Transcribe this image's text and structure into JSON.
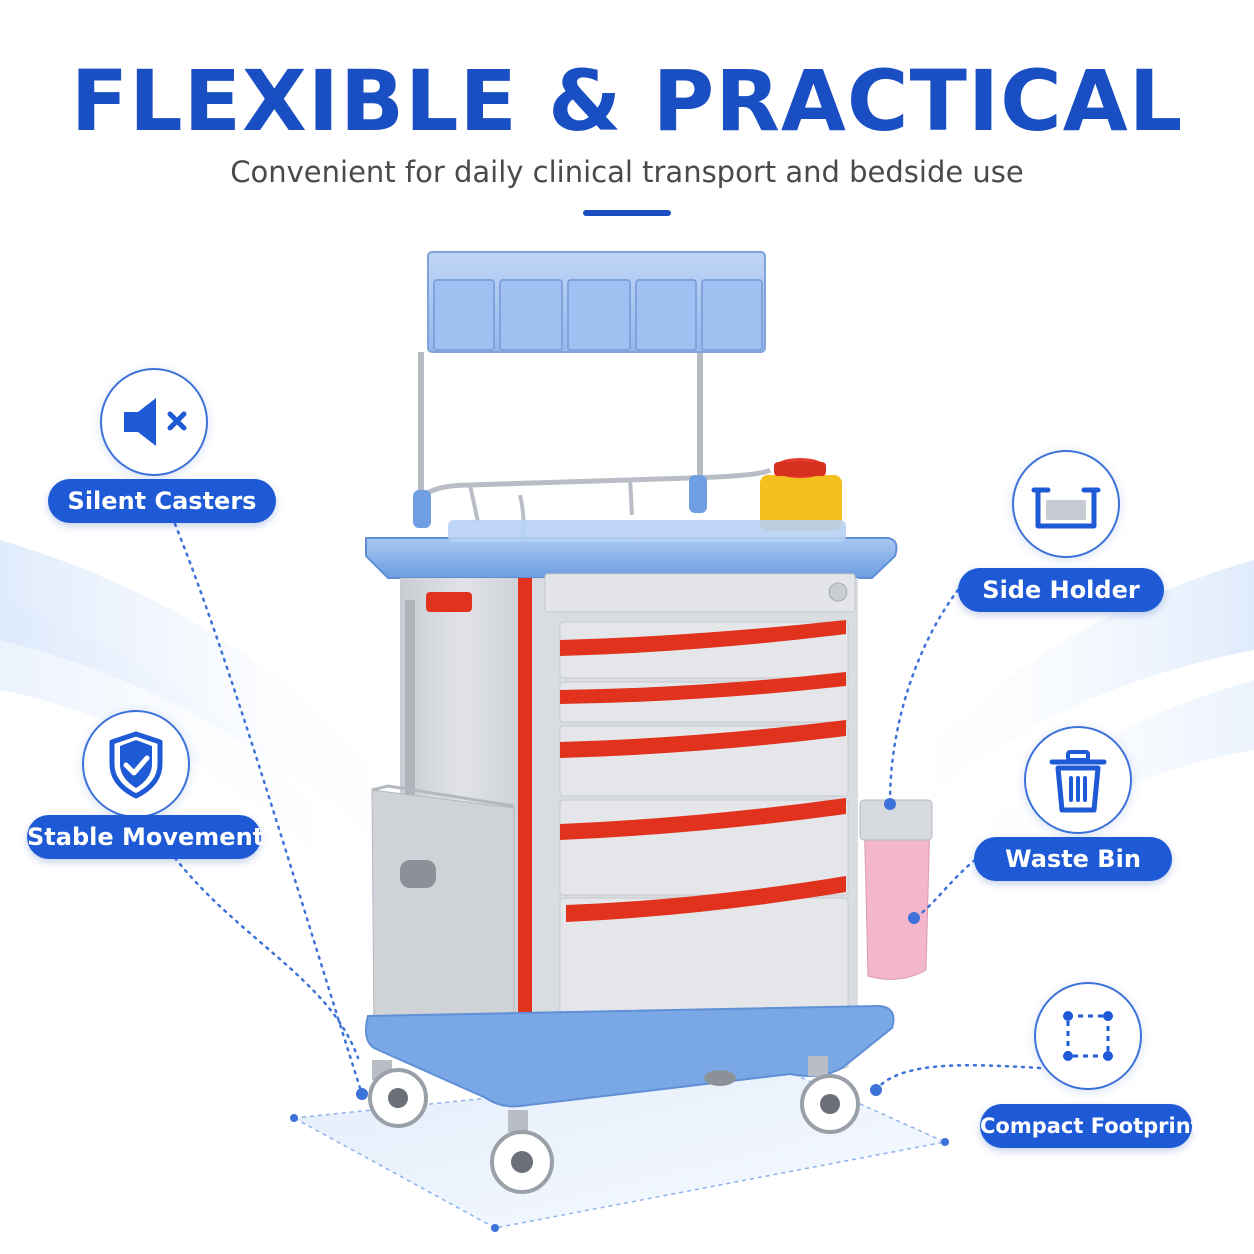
{
  "header": {
    "title": "FLEXIBLE & PRACTICAL",
    "subtitle": "Convenient for daily clinical transport and bedside use"
  },
  "features": {
    "silent_casters": {
      "label": "Silent Casters",
      "icon": "speaker-mute-icon"
    },
    "stable_movement": {
      "label": "Stable Movement",
      "icon": "shield-check-icon"
    },
    "side_holder": {
      "label": "Side Holder",
      "icon": "tray-holder-icon"
    },
    "waste_bin": {
      "label": "Waste Bin",
      "icon": "trash-bin-icon"
    },
    "compact_footprint": {
      "label": "Compact Footprint",
      "icon": "dashed-square-icon"
    }
  },
  "colors": {
    "brand_blue": "#1a4fc4",
    "pill_blue": "#1f5ad6",
    "cart_blue": "#7aa8e6",
    "drawer_red": "#e0321c",
    "cart_grey": "#d5d8dd",
    "bin_pink": "#f3b6cc",
    "sharps_yellow": "#f4c01e"
  }
}
